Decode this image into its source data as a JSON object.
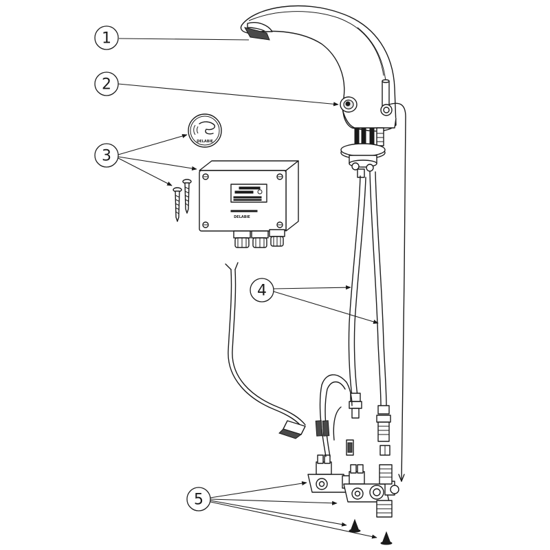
{
  "callouts": [
    {
      "number": "1"
    },
    {
      "number": "2"
    },
    {
      "number": "3"
    },
    {
      "number": "4"
    },
    {
      "number": "5"
    }
  ],
  "brand_marks": {
    "box_brand": "DELABIE",
    "sticker_brand": "DELABIE"
  },
  "colors": {
    "line": "#1a1a1a",
    "background": "#ffffff"
  }
}
